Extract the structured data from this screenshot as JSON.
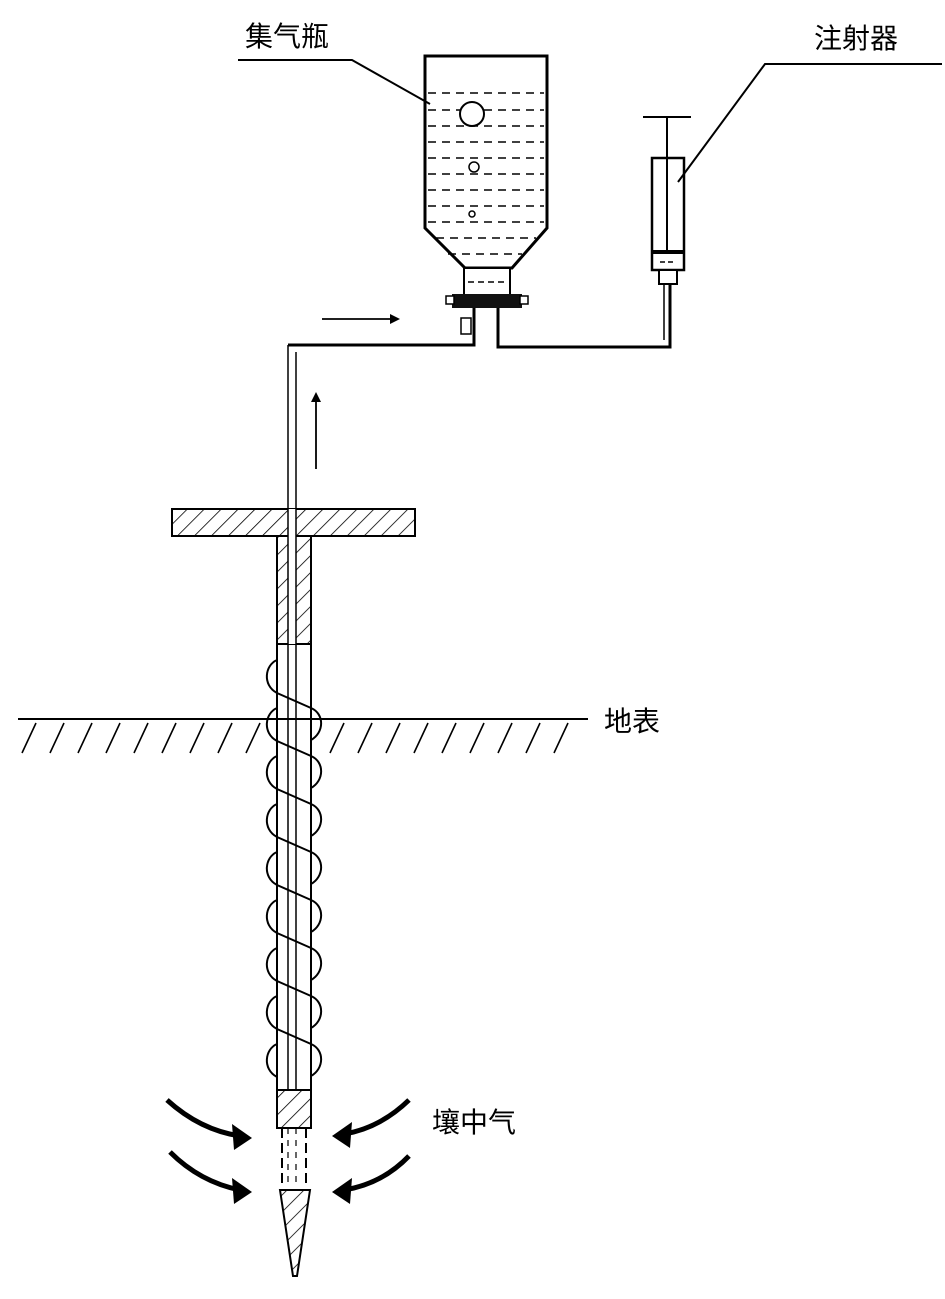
{
  "labels": {
    "collector_bottle": "集气瓶",
    "syringe": "注射器",
    "ground_surface": "地表",
    "soil_gas": "壤中气"
  }
}
